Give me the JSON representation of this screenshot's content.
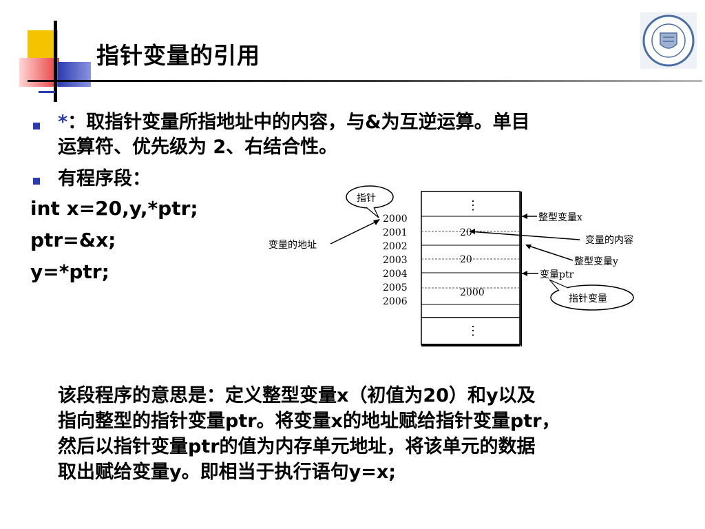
{
  "title": "指针变量的引用",
  "bullets": [
    {
      "star": "*",
      "line1": "：取指针变量所指地址中的内容，与&为互逆运算。单目",
      "line2": "运算符、优先级为 2、右结合性。"
    },
    {
      "line1": "有程序段："
    }
  ],
  "code": [
    "int x=20,y,*ptr;",
    "ptr=&x;",
    "y=*ptr;"
  ],
  "diagram": {
    "callout_pointer": "指针",
    "label_var_address": "变量的地址",
    "addresses": [
      "2000",
      "2001",
      "2002",
      "2003",
      "2004",
      "2005",
      "2006"
    ],
    "cell_values": [
      "20",
      "20",
      "2000"
    ],
    "ellipsis": "⋮",
    "label_int_x": "整型变量x",
    "label_var_content": "变量的内容",
    "label_int_y": "整型变量y",
    "label_var_ptr": "变量ptr",
    "callout_pointer_var": "指针变量"
  },
  "paragraph": [
    "该段程序的意思是：定义整型变量x（初值为20）和y以及",
    "指向整型的指针变量ptr。将变量x的地址赋给指针变量ptr，",
    "然后以指针变量ptr的值为内存单元地址，将该单元的数据",
    "取出赋给变量y。即相当于执行语句y=x;"
  ],
  "colors": {
    "accent_yellow": "#f5c400",
    "accent_red": "#e83a3a",
    "accent_blue": "#2b3bb0",
    "bullet": "#2b3bb0"
  }
}
